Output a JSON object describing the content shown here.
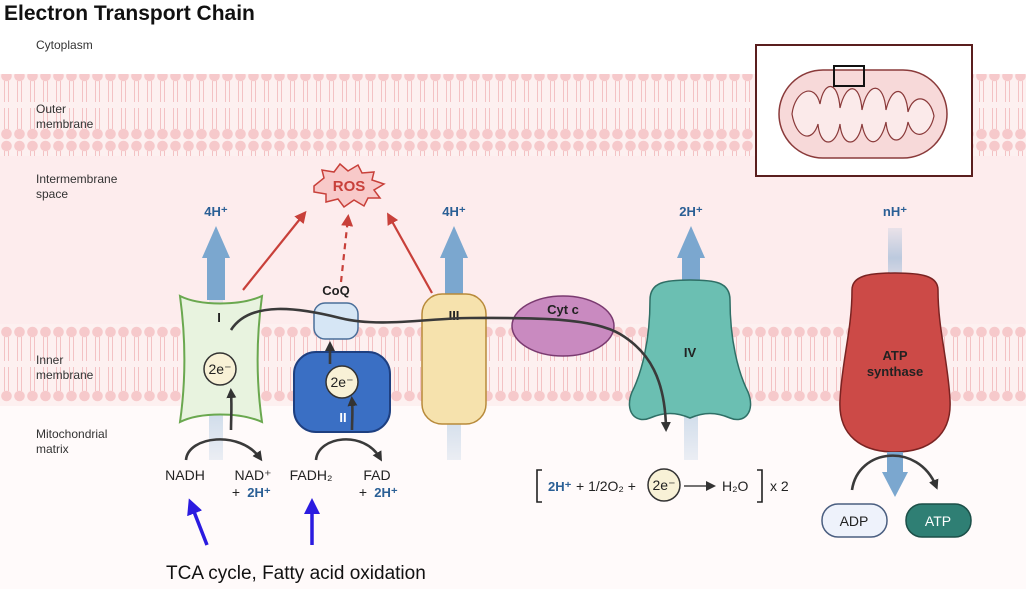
{
  "title": "Electron Transport Chain",
  "regions": {
    "cytoplasm": "Cytoplasm",
    "outer_membrane_1": "Outer",
    "outer_membrane_2": "membrane",
    "intermembrane_1": "Intermembrane",
    "intermembrane_2": "space",
    "inner_membrane_1": "Inner",
    "inner_membrane_2": "membrane",
    "matrix_1": "Mitochondrial",
    "matrix_2": "matrix"
  },
  "complexes": {
    "c1": "I",
    "c2": "II",
    "coq": "CoQ",
    "c3": "III",
    "cytc": "Cyt c",
    "c4": "IV",
    "atp_synthase_1": "ATP",
    "atp_synthase_2": "synthase"
  },
  "electrons": {
    "e1": "2e⁻",
    "e2": "2e⁻",
    "e3": "2e⁻"
  },
  "ros": "ROS",
  "protons": {
    "p1": "4H⁺",
    "p3": "4H⁺",
    "p4": "2H⁺",
    "pn": "nH⁺"
  },
  "substrates": {
    "nadh": "NADH",
    "nad_1": "NAD⁺",
    "nad_plus": "+",
    "nad_h": "2H⁺",
    "fadh2": "FADH₂",
    "fad_1": "FAD",
    "fad_plus": "+",
    "fad_h": "2H⁺"
  },
  "equation": {
    "h": "2H⁺",
    "mid": "+ 1/2O₂ +",
    "product": "H₂O",
    "times": "x 2"
  },
  "atp": {
    "adp": "ADP",
    "atp": "ATP"
  },
  "source": "TCA cycle, Fatty acid oxidation",
  "colors": {
    "membrane_band": "#fbe6e7",
    "intermembrane": "#fdeced",
    "proton_arrow": "#7ba7cf",
    "ros_arrow": "#c8403a",
    "complex_I": "#e8f3df",
    "complex_II": "#3a6fc4",
    "complex_III": "#f6e2ad",
    "cyt_c": "#c98ac0",
    "complex_IV": "#6bbfb2",
    "atp_synthase": "#cc4a47",
    "tca_arrow": "#2b1be0"
  }
}
